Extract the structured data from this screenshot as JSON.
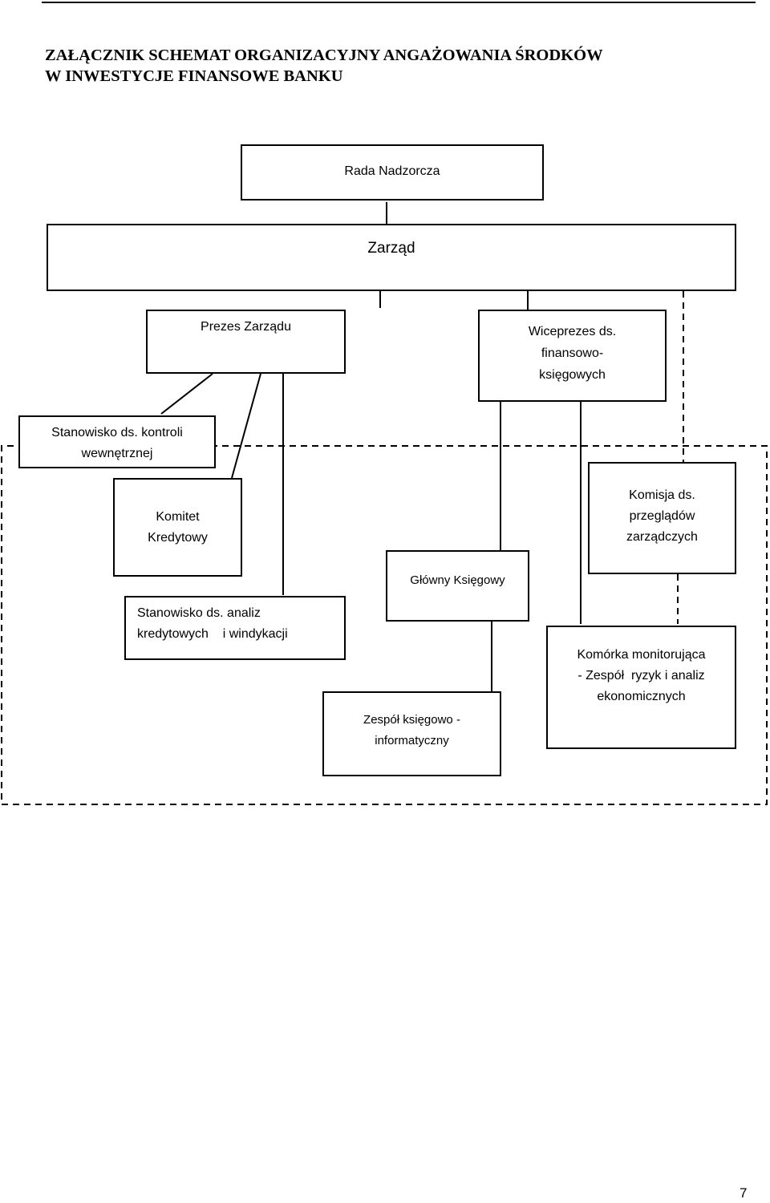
{
  "title": {
    "line1": "ZAŁĄCZNIK  SCHEMAT ORGANIZACYJNY ANGAŻOWANIA ŚRODKÓW",
    "line2": "W INWESTYCJE FINANSOWE BANKU"
  },
  "nodes": {
    "rada": {
      "lines": [
        "Rada Nadzorcza"
      ]
    },
    "zarzad": {
      "lines": [
        "Zarząd"
      ]
    },
    "prezes": {
      "lines": [
        "Prezes Zarządu"
      ]
    },
    "wiceprezes": {
      "lines": [
        "Wiceprezes ds.",
        "finansowo-",
        "księgowych"
      ]
    },
    "kontrola": {
      "lines": [
        "Stanowisko ds.  kontroli",
        "wewnętrznej"
      ]
    },
    "komitet": {
      "lines": [
        "Komitet",
        "Kredytowy"
      ]
    },
    "komisja": {
      "lines": [
        "Komisja ds.",
        "przeglądów",
        "zarządczych"
      ]
    },
    "glowny": {
      "lines": [
        "Główny Księgowy"
      ]
    },
    "analiz": {
      "lines": [
        "Stanowisko ds. analiz",
        "kredytowych    i windykacji"
      ]
    },
    "komorka": {
      "lines": [
        "Komórka monitorująca",
        "- Zespół  ryzyk i analiz",
        "ekonomicznych"
      ]
    },
    "zespol": {
      "lines": [
        "Zespół księgowo -",
        "informatyczny"
      ]
    }
  },
  "page_number": "7"
}
